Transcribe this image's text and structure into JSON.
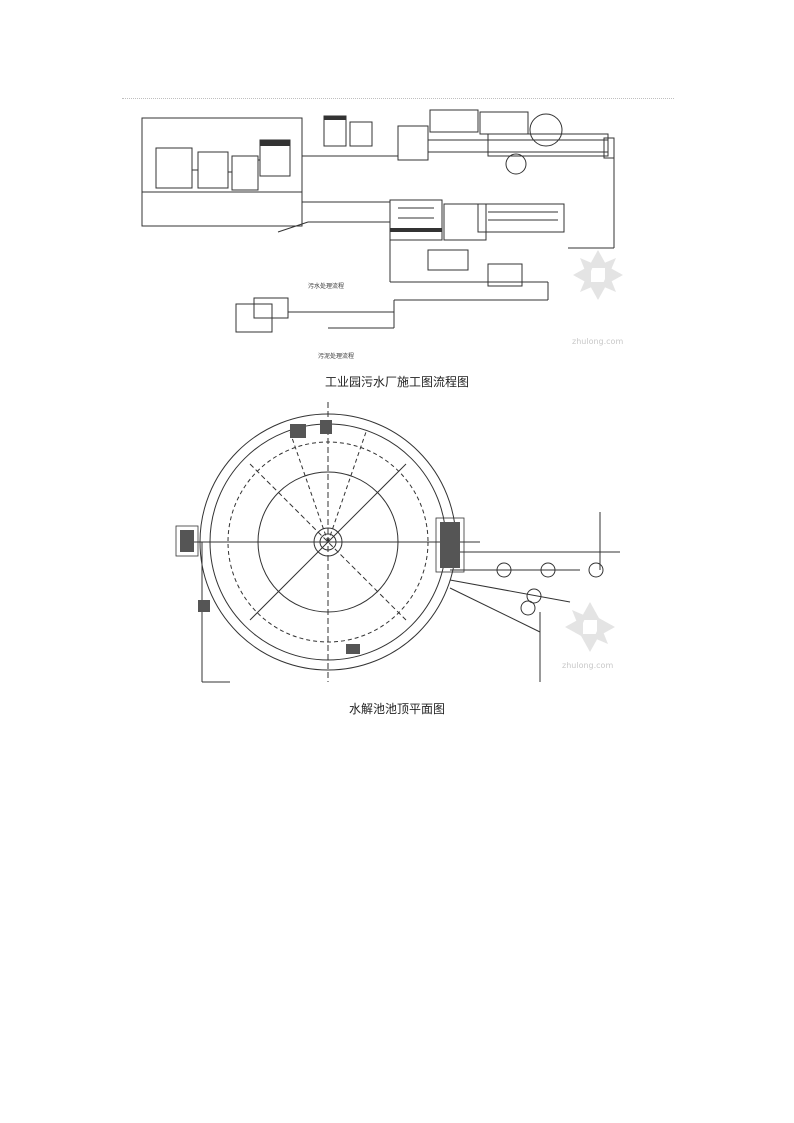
{
  "figures": [
    {
      "caption": "工业园污水厂施工图流程图",
      "section_labels": [
        "污水处理流程",
        "污泥处理流程"
      ],
      "watermark": "zhulong.com"
    },
    {
      "caption": "水解池池顶平面图",
      "watermark": "zhulong.com"
    }
  ]
}
